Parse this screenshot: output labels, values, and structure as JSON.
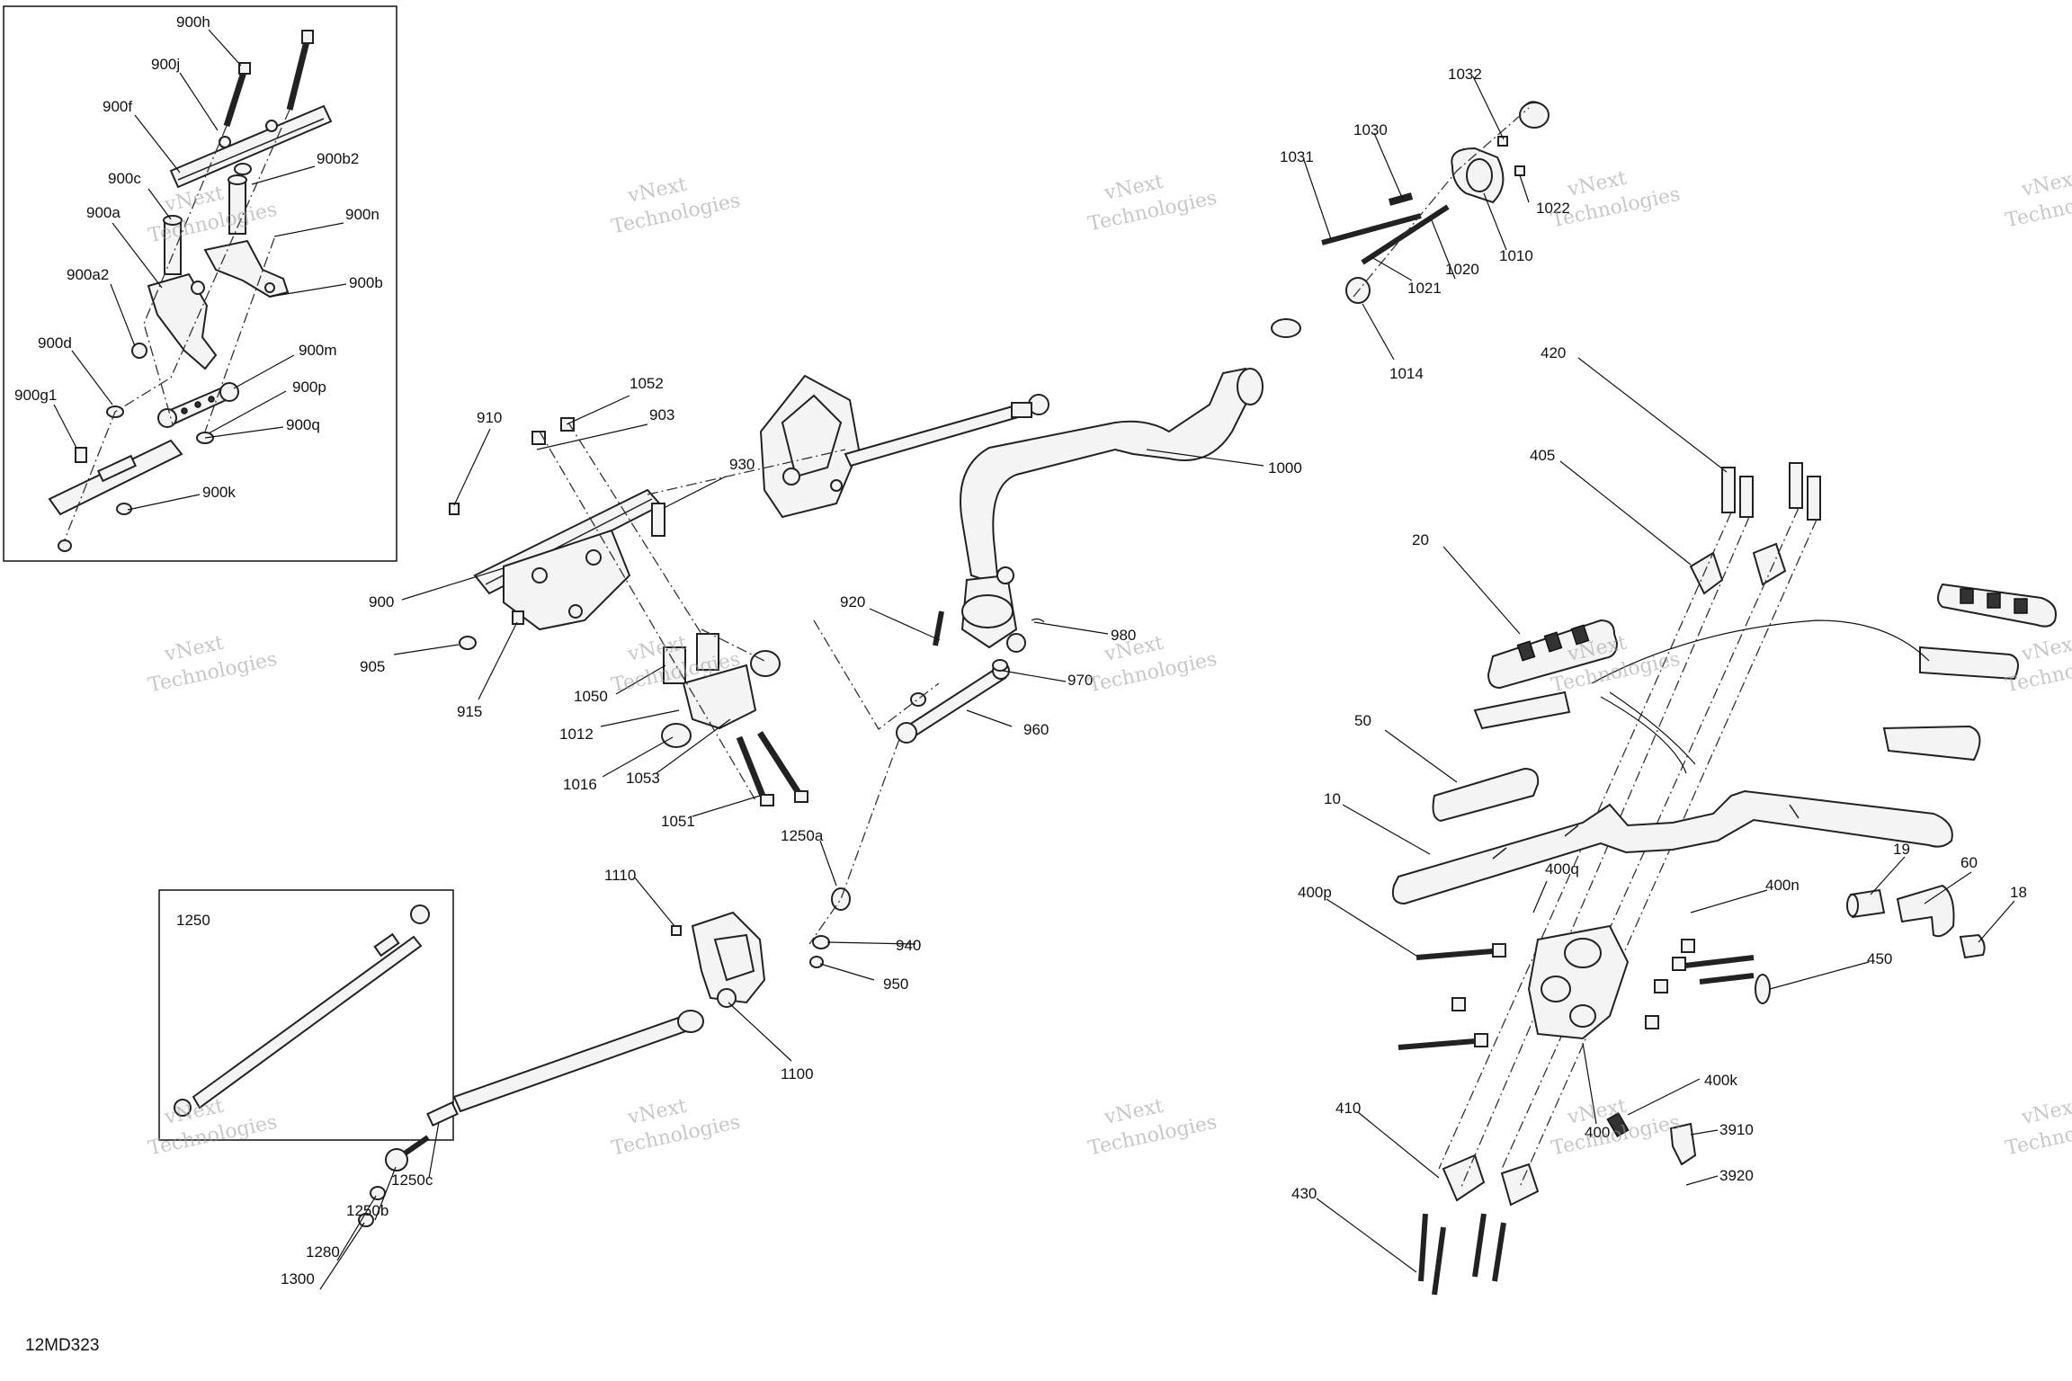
{
  "diagram_code": "12MD323",
  "watermark_brand": "vNext",
  "watermark_line2": "Technologies",
  "inset_label_1250": "1250",
  "callouts": {
    "c900h": "900h",
    "c900j": "900j",
    "c900f": "900f",
    "c900c": "900c",
    "c900b2": "900b2",
    "c900a": "900a",
    "c900n": "900n",
    "c900a2": "900a2",
    "c900b": "900b",
    "c900d": "900d",
    "c900m": "900m",
    "c900g1": "900g1",
    "c900p": "900p",
    "c900q": "900q",
    "c900k": "900k",
    "c910": "910",
    "c1052": "1052",
    "c903": "903",
    "c930": "930",
    "c900": "900",
    "c905": "905",
    "c915": "915",
    "c1050": "1050",
    "c1012": "1012",
    "c1016": "1016",
    "c1053": "1053",
    "c1051": "1051",
    "c920": "920",
    "c980": "980",
    "c970": "970",
    "c960": "960",
    "c1000": "1000",
    "c1031": "1031",
    "c1030": "1030",
    "c1032": "1032",
    "c1022": "1022",
    "c1010": "1010",
    "c1020": "1020",
    "c1021": "1021",
    "c1014": "1014",
    "c420": "420",
    "c405": "405",
    "c20": "20",
    "c50": "50",
    "c10": "10",
    "c400q": "400q",
    "c400p": "400p",
    "c400n": "400n",
    "c19": "19",
    "c60": "60",
    "c18": "18",
    "c450": "450",
    "c400k": "400k",
    "c410": "410",
    "c400": "400",
    "c3910": "3910",
    "c3920": "3920",
    "c430": "430",
    "c1250a": "1250a",
    "c1110": "1110",
    "c940": "940",
    "c950": "950",
    "c1100": "1100",
    "c1250c": "1250c",
    "c1250b": "1250b",
    "c1280": "1280",
    "c1300": "1300"
  }
}
